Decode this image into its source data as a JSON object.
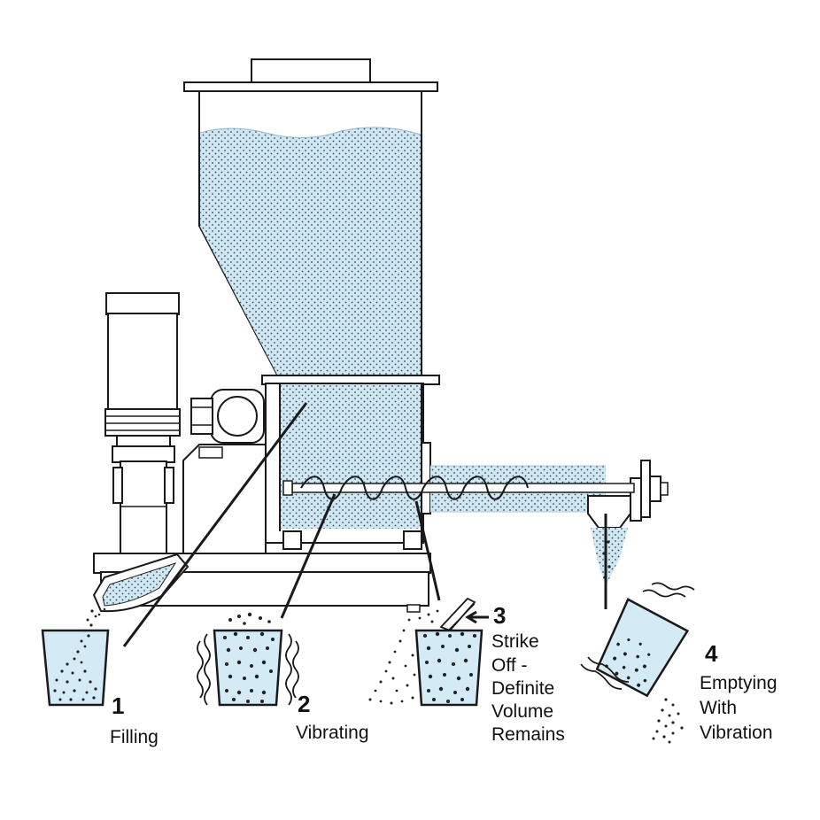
{
  "steps": [
    {
      "number": "1",
      "lines": [
        "Filling"
      ]
    },
    {
      "number": "2",
      "lines": [
        "Vibrating"
      ]
    },
    {
      "number": "3",
      "lines": [
        "Strike",
        "Off -",
        "Definite",
        "Volume",
        "Remains"
      ]
    },
    {
      "number": "4",
      "lines": [
        "Emptying",
        "With",
        "Vibration"
      ]
    }
  ],
  "colors": {
    "powder_fill": "#cfe7f3",
    "outline": "#1a1a1a",
    "particle": "#222222"
  }
}
